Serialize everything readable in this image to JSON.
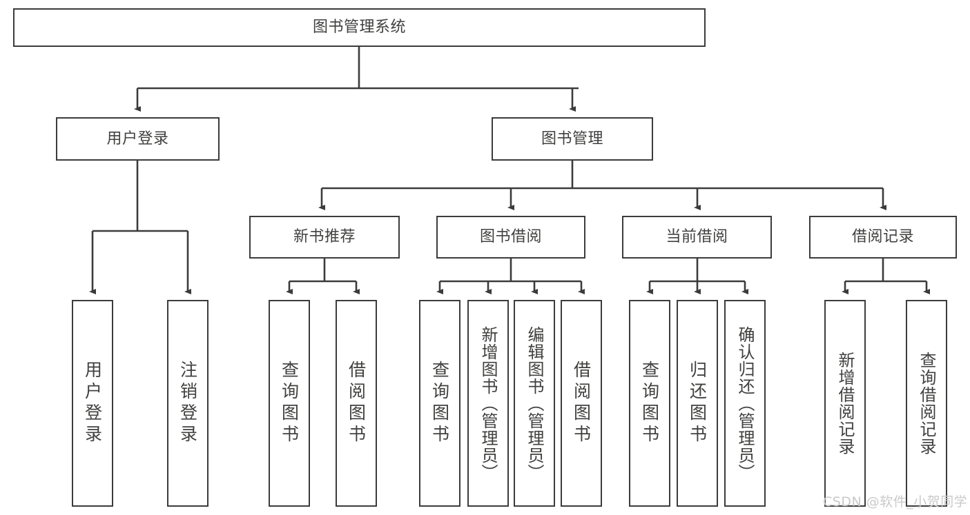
{
  "diagram": {
    "type": "tree-flowchart",
    "root": {
      "label": "图书管理系统"
    },
    "level2": [
      {
        "label": "用户登录"
      },
      {
        "label": "图书管理"
      }
    ],
    "level3": [
      {
        "label": "新书推荐"
      },
      {
        "label": "图书借阅"
      },
      {
        "label": "当前借阅"
      },
      {
        "label": "借阅记录"
      }
    ],
    "leaves": {
      "user_login": [
        {
          "label": "用户登录"
        },
        {
          "label": "注销登录"
        }
      ],
      "new_book_recommend": [
        {
          "label": "查询图书"
        },
        {
          "label": "借阅图书"
        }
      ],
      "book_borrow": [
        {
          "label": "查询图书"
        },
        {
          "label": "新增图书（管理员）"
        },
        {
          "label": "编辑图书（管理员）"
        },
        {
          "label": "借阅图书"
        }
      ],
      "current_borrow": [
        {
          "label": "查询图书"
        },
        {
          "label": "归还图书"
        },
        {
          "label": "确认归还（管理员）"
        }
      ],
      "borrow_record": [
        {
          "label": "新增借阅记录"
        },
        {
          "label": "查询借阅记录"
        }
      ]
    }
  },
  "watermark": {
    "text": "CSDN @软件_小贺同学"
  },
  "colors": {
    "stroke": "#3b3b3b",
    "text": "#41403f",
    "background": "#ffffff",
    "watermark": "#c9c9c9"
  }
}
